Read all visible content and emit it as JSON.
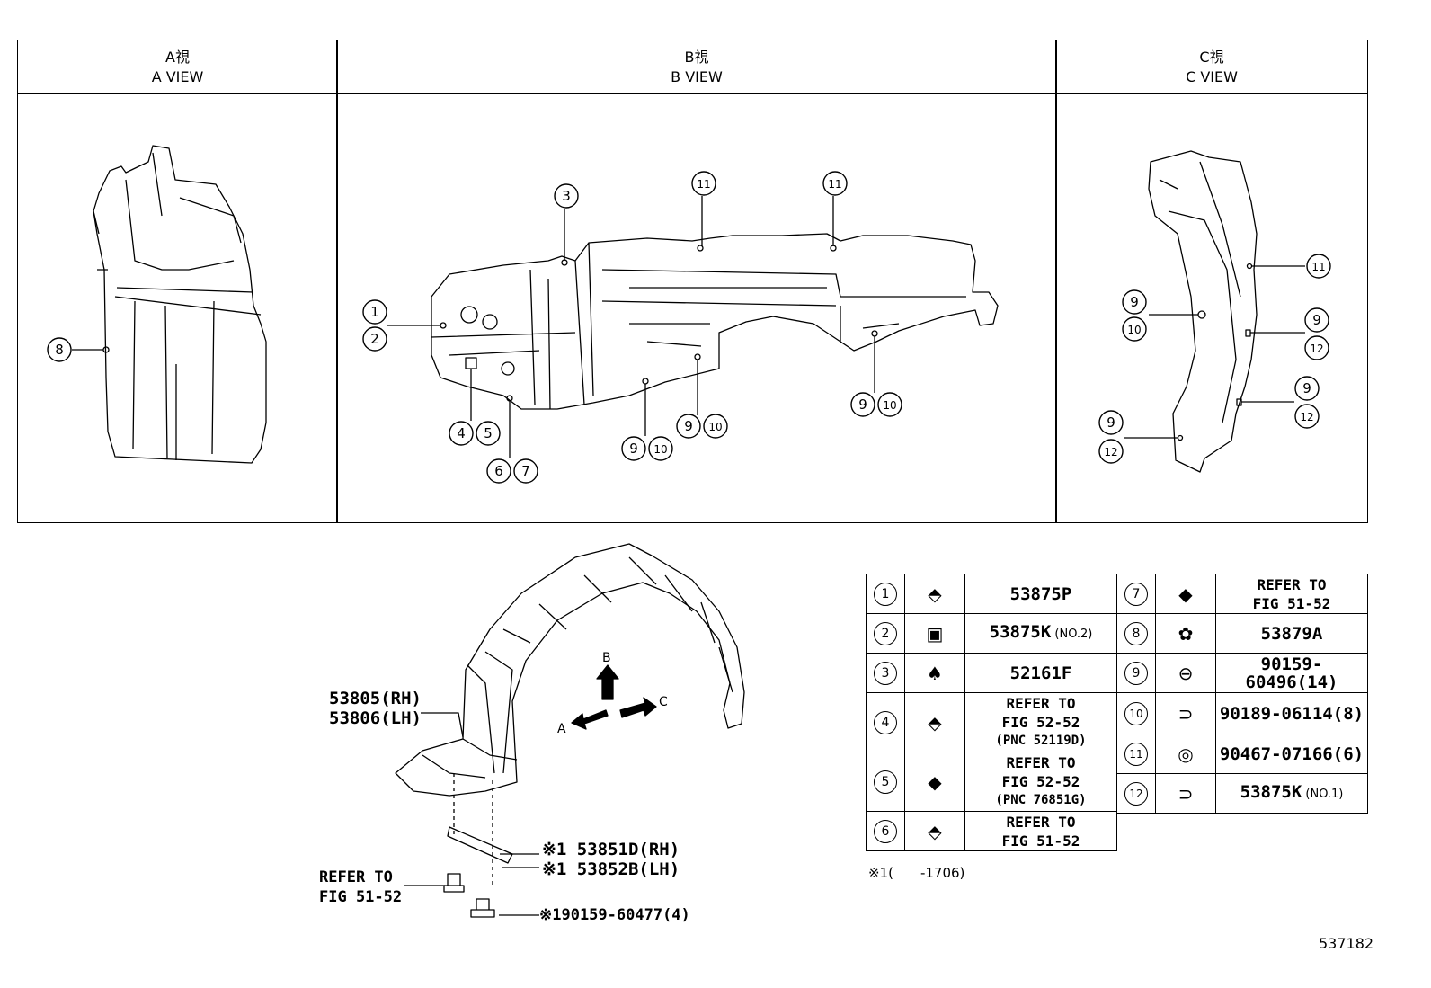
{
  "views": {
    "a": {
      "title_jp": "A視",
      "title_en": "A VIEW"
    },
    "b": {
      "title_jp": "B視",
      "title_en": "B VIEW"
    },
    "c": {
      "title_jp": "C視",
      "title_en": "C VIEW"
    }
  },
  "callouts": [
    "1",
    "2",
    "3",
    "4",
    "5",
    "6",
    "7",
    "8",
    "9",
    "10",
    "11",
    "12"
  ],
  "assembly": {
    "liner_rh": "53805(RH)",
    "liner_lh": "53806(LH)",
    "seal_rh": "※1 53851D(RH)",
    "seal_lh": "※1 53852B(LH)",
    "refer_line1": "REFER TO",
    "refer_line2": "FIG 51-52",
    "screw": "※190159-60477(4)",
    "dir_a": "A",
    "dir_b": "B",
    "dir_c": "C"
  },
  "legend": [
    {
      "no": "1",
      "part": "53875P",
      "sub": ""
    },
    {
      "no": "2",
      "part": "53875K",
      "sub": "(NO.2)"
    },
    {
      "no": "3",
      "part": "52161F",
      "sub": ""
    },
    {
      "no": "4",
      "line1": "REFER TO",
      "line2": "FIG 52-52",
      "line3": "(PNC 52119D)"
    },
    {
      "no": "5",
      "line1": "REFER TO",
      "line2": "FIG 52-52",
      "line3": "(PNC 76851G)"
    },
    {
      "no": "6",
      "line1": "REFER TO",
      "line2": "FIG 51-52"
    },
    {
      "no": "7",
      "line1": "REFER TO",
      "line2": "FIG 51-52"
    },
    {
      "no": "8",
      "part": "53879A",
      "sub": ""
    },
    {
      "no": "9",
      "part": "90159-60496(14)",
      "sub": ""
    },
    {
      "no": "10",
      "part": "90189-06114(8)",
      "sub": ""
    },
    {
      "no": "11",
      "part": "90467-07166(6)",
      "sub": ""
    },
    {
      "no": "12",
      "part": "53875K",
      "sub": "(NO.1)"
    }
  ],
  "footnote": "※1(　　-1706)",
  "figure_number": "537182"
}
